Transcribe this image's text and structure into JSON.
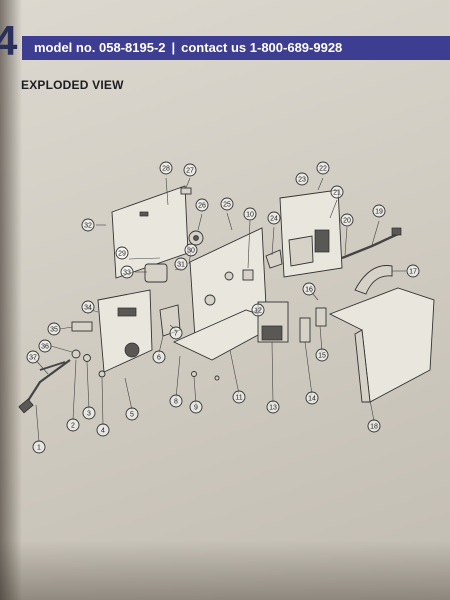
{
  "page": {
    "number": "4"
  },
  "banner": {
    "model_label": "model no. 058-8195-2",
    "separator": "|",
    "contact_label": "contact us 1-800-689-9928"
  },
  "section": {
    "title": "EXPLODED VIEW"
  },
  "diagram": {
    "callouts": [
      "1",
      "2",
      "3",
      "4",
      "5",
      "6",
      "7",
      "8",
      "9",
      "10",
      "11",
      "12",
      "13",
      "14",
      "15",
      "16",
      "17",
      "18",
      "19",
      "20",
      "21",
      "22",
      "23",
      "24",
      "25",
      "26",
      "27",
      "28",
      "29",
      "30",
      "31",
      "32",
      "33",
      "34",
      "35",
      "36",
      "37"
    ]
  },
  "colors": {
    "banner": "#3d3d92",
    "page_number": "#2b2f5c",
    "paper": "#d6d2c9"
  }
}
